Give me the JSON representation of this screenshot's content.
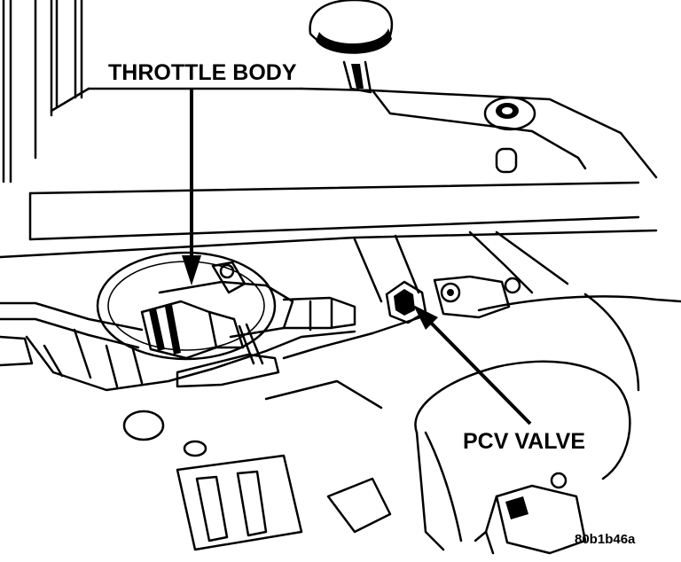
{
  "labels": {
    "throttle_body": "THROTTLE BODY",
    "pcv_valve": "PCV VALVE"
  },
  "figure_id": "80b1b46a"
}
